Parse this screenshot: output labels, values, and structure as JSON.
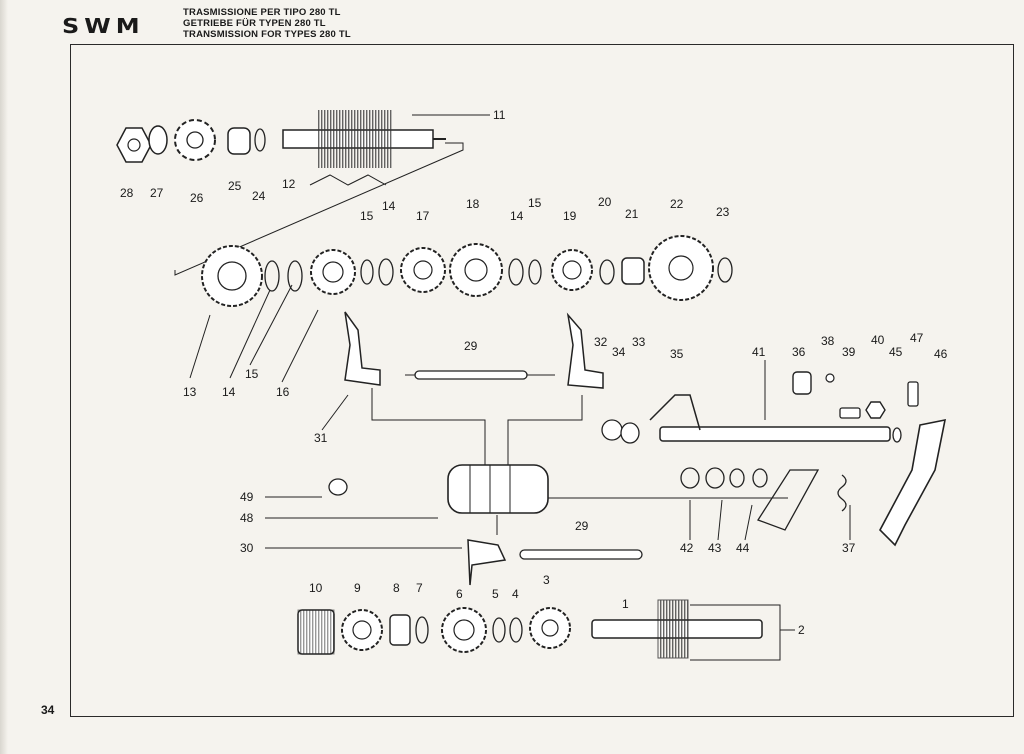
{
  "header": {
    "logo": "SWM",
    "title_it": "TRASMISSIONE PER TIPO 280 TL",
    "title_de": "GETRIEBE FÜR TYPEN 280 TL",
    "title_en": "TRANSMISSION FOR TYPES 280 TL"
  },
  "page_number": "34",
  "callouts": [
    {
      "id": "c11",
      "label": "11"
    },
    {
      "id": "c12",
      "label": "12"
    },
    {
      "id": "c28",
      "label": "28"
    },
    {
      "id": "c27",
      "label": "27"
    },
    {
      "id": "c26",
      "label": "26"
    },
    {
      "id": "c25",
      "label": "25"
    },
    {
      "id": "c24",
      "label": "24"
    },
    {
      "id": "c15a",
      "label": "15"
    },
    {
      "id": "c14a",
      "label": "14"
    },
    {
      "id": "c17",
      "label": "17"
    },
    {
      "id": "c18",
      "label": "18"
    },
    {
      "id": "c14b",
      "label": "14"
    },
    {
      "id": "c15b",
      "label": "15"
    },
    {
      "id": "c19",
      "label": "19"
    },
    {
      "id": "c20",
      "label": "20"
    },
    {
      "id": "c21",
      "label": "21"
    },
    {
      "id": "c22",
      "label": "22"
    },
    {
      "id": "c23",
      "label": "23"
    },
    {
      "id": "c13",
      "label": "13"
    },
    {
      "id": "c14c",
      "label": "14"
    },
    {
      "id": "c15c",
      "label": "15"
    },
    {
      "id": "c16",
      "label": "16"
    },
    {
      "id": "c29a",
      "label": "29"
    },
    {
      "id": "c31",
      "label": "31"
    },
    {
      "id": "c32",
      "label": "32"
    },
    {
      "id": "c33",
      "label": "33"
    },
    {
      "id": "c34",
      "label": "34"
    },
    {
      "id": "c35",
      "label": "35"
    },
    {
      "id": "c41",
      "label": "41"
    },
    {
      "id": "c36",
      "label": "36"
    },
    {
      "id": "c38",
      "label": "38"
    },
    {
      "id": "c39",
      "label": "39"
    },
    {
      "id": "c40",
      "label": "40"
    },
    {
      "id": "c45",
      "label": "45"
    },
    {
      "id": "c47",
      "label": "47"
    },
    {
      "id": "c46",
      "label": "46"
    },
    {
      "id": "c49",
      "label": "49"
    },
    {
      "id": "c48",
      "label": "48"
    },
    {
      "id": "c42",
      "label": "42"
    },
    {
      "id": "c43",
      "label": "43"
    },
    {
      "id": "c44",
      "label": "44"
    },
    {
      "id": "c37",
      "label": "37"
    },
    {
      "id": "c29b",
      "label": "29"
    },
    {
      "id": "c30",
      "label": "30"
    },
    {
      "id": "c10",
      "label": "10"
    },
    {
      "id": "c9",
      "label": "9"
    },
    {
      "id": "c8",
      "label": "8"
    },
    {
      "id": "c7",
      "label": "7"
    },
    {
      "id": "c6",
      "label": "6"
    },
    {
      "id": "c5",
      "label": "5"
    },
    {
      "id": "c4",
      "label": "4"
    },
    {
      "id": "c3",
      "label": "3"
    },
    {
      "id": "c1",
      "label": "1"
    },
    {
      "id": "c2",
      "label": "2"
    }
  ]
}
